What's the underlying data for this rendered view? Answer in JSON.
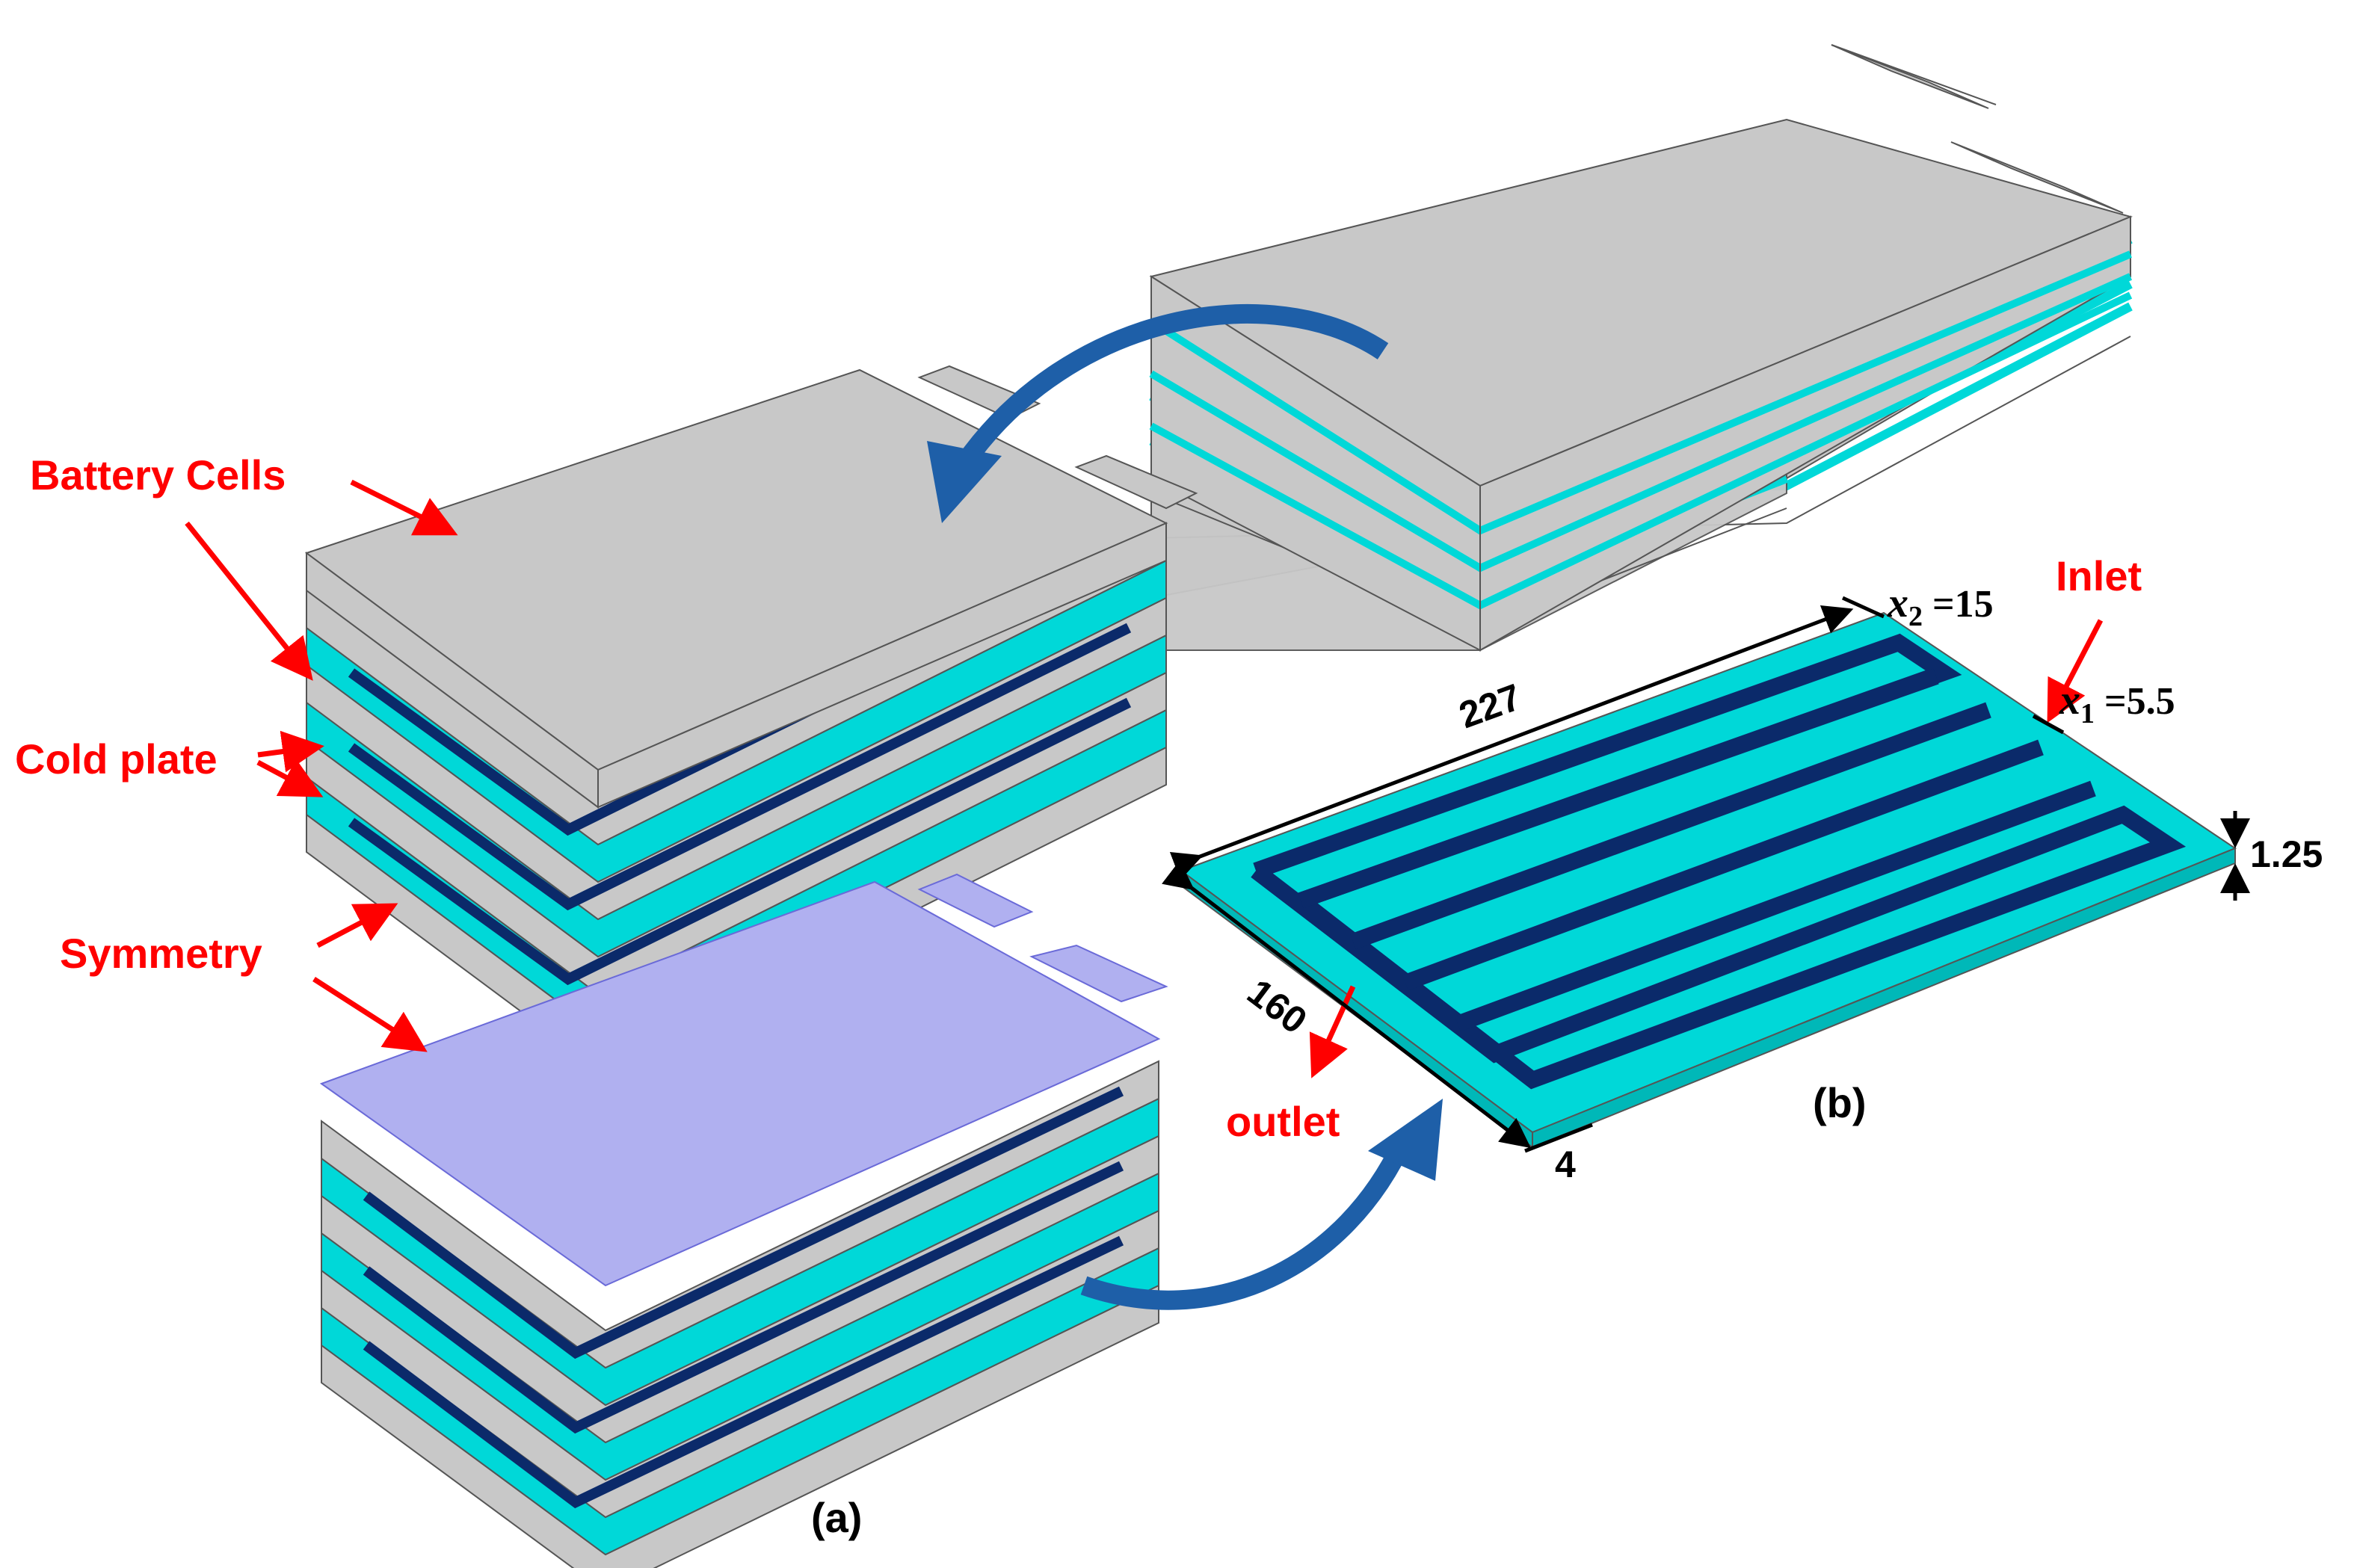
{
  "labels": {
    "battery_cells": "Battery Cells",
    "cold_plate": "Cold plate",
    "symmetry": "Symmetry",
    "inlet": "Inlet",
    "outlet": "outlet",
    "panel_a": "(a)",
    "panel_b": "(b)"
  },
  "dimensions": {
    "length": "227",
    "width": "160",
    "thickness": "1.25",
    "edge": "4",
    "x2_symbol": "x",
    "x2_sub": "2",
    "x2_value": " =15",
    "x1_symbol": "x",
    "x1_sub": "1",
    "x1_value": " =5.5"
  },
  "colors": {
    "cell_gray": "#c8c8c8",
    "cold_plate_cyan": "#00d8d8",
    "channel_navy": "#0b2a6a",
    "symmetry_plane": "#b0b0f0",
    "arrow_blue": "#1e5fa8",
    "label_red": "#ff0000"
  }
}
